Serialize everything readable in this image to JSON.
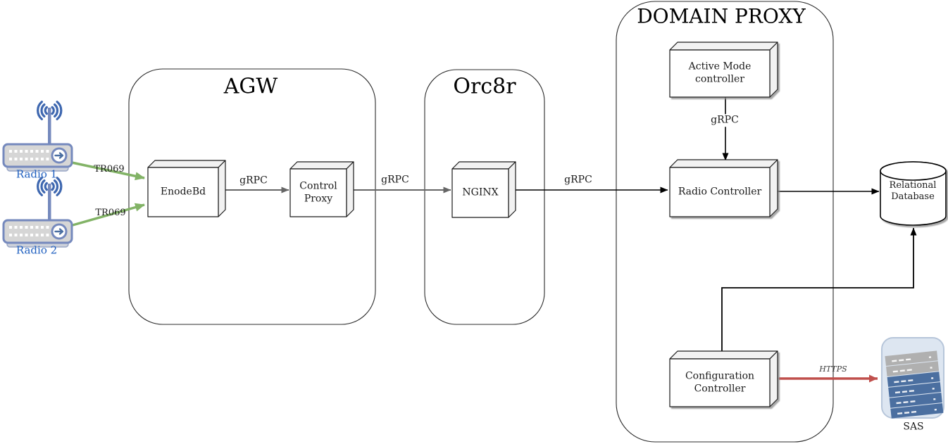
{
  "containers": {
    "agw": {
      "title": "AGW"
    },
    "orc8r": {
      "title": "Orc8r"
    },
    "domain_proxy": {
      "title": "DOMAIN PROXY"
    }
  },
  "nodes": {
    "radio1": {
      "label": "Radio 1"
    },
    "radio2": {
      "label": "Radio 2"
    },
    "enodebd": {
      "label": "EnodeBd"
    },
    "control_proxy": {
      "line1": "Control",
      "line2": "Proxy"
    },
    "nginx": {
      "label": "NGINX"
    },
    "active_mode_controller": {
      "line1": "Active Mode",
      "line2": "controller"
    },
    "radio_controller": {
      "label": "Radio Controller"
    },
    "configuration_controller": {
      "line1": "Configuration",
      "line2": "Controller"
    },
    "relational_database": {
      "line1": "Relational",
      "line2": "Database"
    },
    "sas": {
      "label": "SAS"
    }
  },
  "edges": {
    "tr069_radio1": {
      "label": "TR069"
    },
    "tr069_radio2": {
      "label": "TR069"
    },
    "grpc_enodebd_controlproxy": {
      "label": "gRPC"
    },
    "grpc_controlproxy_nginx": {
      "label": "gRPC"
    },
    "grpc_nginx_radiocontroller": {
      "label": "gRPC"
    },
    "grpc_activemode_radiocontroller": {
      "label": "gRPC"
    },
    "https_sas_configcontroller": {
      "label": "HTTPS"
    }
  },
  "colors": {
    "tr069_green": "#82b366",
    "https_red": "#c0504d",
    "grpc_gray": "#666666",
    "line_black": "#000000",
    "radio_label_blue": "#2060c0",
    "router_border_blue": "#7589bd",
    "antenna_wave_blue": "#3f68b0",
    "box_front_fill": "#ffffff",
    "box_side_fill": "#f2f2f2",
    "server_blue": "#4b6fa0",
    "server_gray": "#b0b0b0",
    "sas_shell_fill": "#dde6f1"
  }
}
